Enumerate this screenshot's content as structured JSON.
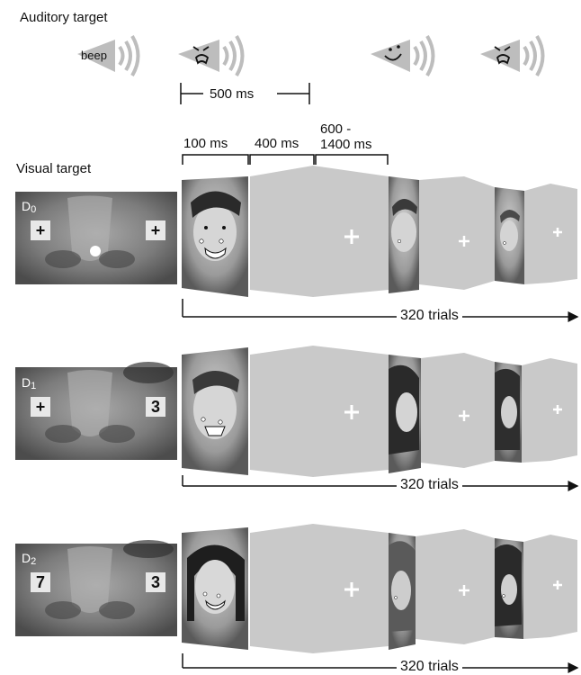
{
  "auditory_label": "Auditory target",
  "visual_label": "Visual target",
  "beep_text": "beep",
  "timing": {
    "t500": "500 ms",
    "t100": "100 ms",
    "t400": "400 ms",
    "t600_line1": "600 -",
    "t600_line2": "1400 ms"
  },
  "rows": [
    {
      "tag": "D",
      "sub": "0",
      "left_symbol": "+",
      "right_symbol": "+",
      "trials": "320 trials"
    },
    {
      "tag": "D",
      "sub": "1",
      "left_symbol": "+",
      "right_symbol": "3",
      "trials": "320 trials"
    },
    {
      "tag": "D",
      "sub": "2",
      "left_symbol": "7",
      "right_symbol": "3",
      "trials": "320 trials"
    }
  ],
  "colors": {
    "panel_gray": "#c9c9c9",
    "face_bg": "#d7d7d7",
    "closeup_dark": "#555555",
    "cross": "#ffffff",
    "line": "#111111",
    "speaker": "#bdbdbd"
  }
}
